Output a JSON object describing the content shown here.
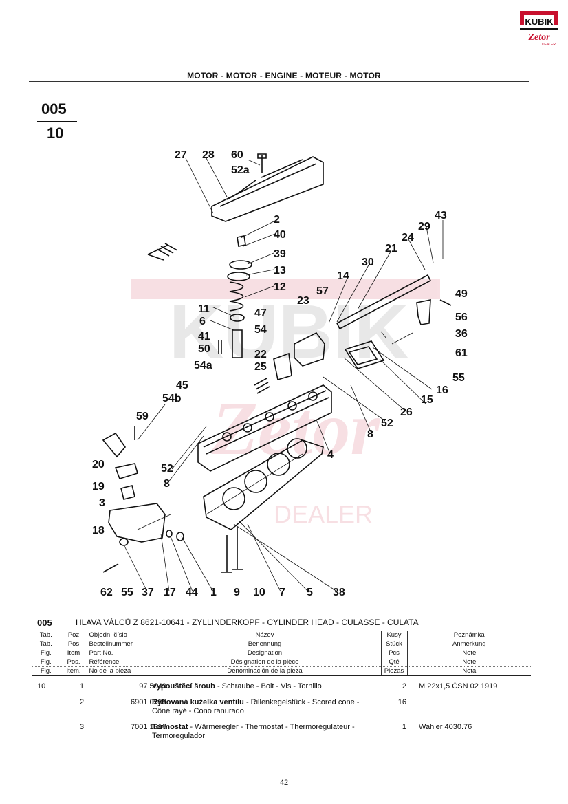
{
  "logo": {
    "brand": "KUBIK",
    "sub": "Zetor",
    "dealer": "DEALER",
    "accent": "#c8102e"
  },
  "watermark": {
    "text1": "KUBIK",
    "text2": "Zetor",
    "text3": "DEALER"
  },
  "header": {
    "title": "MOTOR - MOTOR - ENGINE - MOTEUR - MOTOR"
  },
  "section": {
    "group": "005",
    "sub": "10"
  },
  "diagram": {
    "callouts": [
      "27",
      "28",
      "60",
      "52a",
      "2",
      "40",
      "39",
      "13",
      "12",
      "11",
      "6",
      "41",
      "50",
      "54a",
      "45",
      "47",
      "54",
      "22",
      "25",
      "23",
      "57",
      "14",
      "30",
      "21",
      "24",
      "29",
      "43",
      "49",
      "56",
      "36",
      "61",
      "55",
      "16",
      "15",
      "26",
      "52",
      "8",
      "4",
      "54b",
      "59",
      "20",
      "52",
      "8",
      "19",
      "3",
      "18",
      "62",
      "55",
      "37",
      "17",
      "44",
      "1",
      "9",
      "10",
      "7",
      "5",
      "38"
    ]
  },
  "caption": {
    "number": "005",
    "title": "HLAVA VÁLCŮ Z 8621-10641 - ZYLLINDERKOPF - CYLINDER HEAD - CULASSE - CULATA"
  },
  "table_header": {
    "tab": [
      "Tab.",
      "Tab.",
      "Fig.",
      "Fig.",
      "Fig."
    ],
    "pos": [
      "Poz",
      "Pos",
      "Item",
      "Pos.",
      "Item."
    ],
    "ref": [
      "Objedn. číslo",
      "Bestellnummer",
      "Part No.",
      "Référence",
      "No de la pieza"
    ],
    "desc": [
      "Název",
      "Benennung",
      "Designation",
      "Désignation de la pièce",
      "Denominación de la pieza"
    ],
    "qty": [
      "Kusy",
      "Stück",
      "Pcs",
      "Qté",
      "Piezas"
    ],
    "note": [
      "Poznámka",
      "Anmerkung",
      "Note",
      "Note",
      "Nota"
    ]
  },
  "rows": [
    {
      "tab": "10",
      "pos": "1",
      "ref": "97 5049",
      "name_bold": "Vypouštěcí šroub",
      "name_rest": " - Schraube - Bolt - Vis - Tornillo",
      "qty": "2",
      "note": "M 22x1,5 ČSN 02 1919"
    },
    {
      "tab": "",
      "pos": "2",
      "ref": "6901 0559",
      "name_bold": "Rýhovaná kuželka ventilu",
      "name_rest": " - Rillenkegelstück - Scored cone - Cône rayé - Cono ranurado",
      "qty": "16",
      "note": ""
    },
    {
      "tab": "",
      "pos": "3",
      "ref": "7001 1316",
      "name_bold": "Termostat",
      "name_rest": " - Wärmeregler - Thermostat - Thermorégulateur - Termoregulador",
      "qty": "1",
      "note": "Wahler 4030.76"
    }
  ],
  "footer": {
    "page": "42"
  }
}
